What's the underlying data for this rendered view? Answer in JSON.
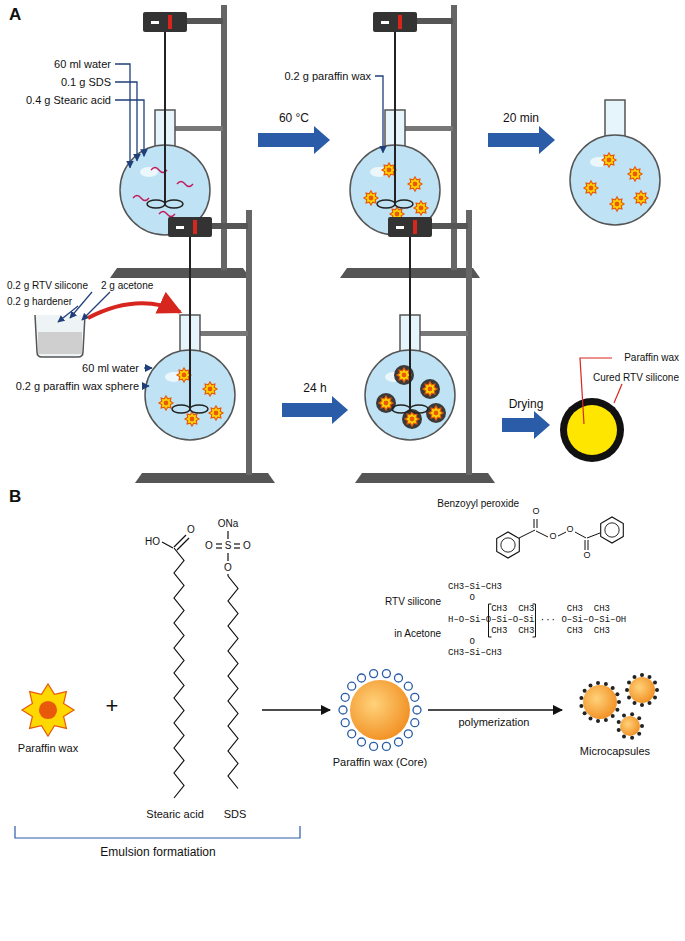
{
  "diagram": {
    "labels": [
      "A",
      "60 ml water",
      "0.1 g SDS",
      "0.4 g Stearic acid",
      "60 °C",
      "0.2 g paraffin wax",
      "20 min",
      "0.2 g RTV silicone",
      "2 g acetone",
      "0.2 g hardener",
      "60 ml water",
      "0.2 g paraffin wax sphere",
      "24 h",
      "Drying",
      "Paraffin wax",
      "Cured RTV silicone",
      "B",
      "Benzoyyl peroxide",
      "O",
      "O",
      "O",
      "O",
      "RTV silicone",
      "in Acetone",
      "CH3–Si–CH3",
      "O",
      "CH3",
      "CH3",
      "CH3",
      "CH3",
      "H–O–Si–O–Si–O–Si ··· O–Si–O–Si–OH",
      "CH3",
      "CH3",
      "CH3",
      "CH3",
      "O",
      "CH3–Si–CH3",
      "HO",
      "O",
      "ONa",
      "O",
      "S",
      "O",
      "O",
      "Paraffin wax",
      "+",
      "Stearic acid",
      "SDS",
      "Paraffin wax (Core)",
      "polymerization",
      "Microcapsules",
      "Emulsion formatiation"
    ]
  }
}
